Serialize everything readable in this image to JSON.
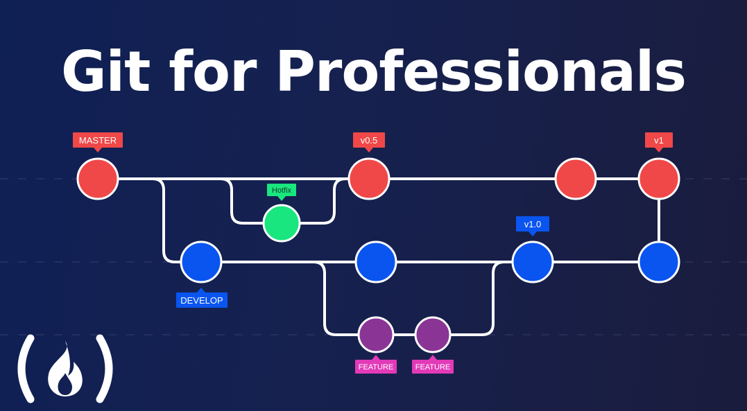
{
  "title": "Git for Professionals",
  "colors": {
    "master": "#f04848",
    "develop": "#0a55f0",
    "hotfix": "#19e67e",
    "feature": "#8a3596",
    "feature_tag": "#e23ab8",
    "line": "#ffffff"
  },
  "tags": {
    "master": "MASTER",
    "v05": "v0.5",
    "v1": "v1",
    "hotfix": "Hotfix",
    "v10": "v1.0",
    "develop": "DEVELOP",
    "feature_1": "FEATURE",
    "feature_2": "FEATURE"
  },
  "logo": {
    "name": "freecodecamp-logo-icon"
  }
}
